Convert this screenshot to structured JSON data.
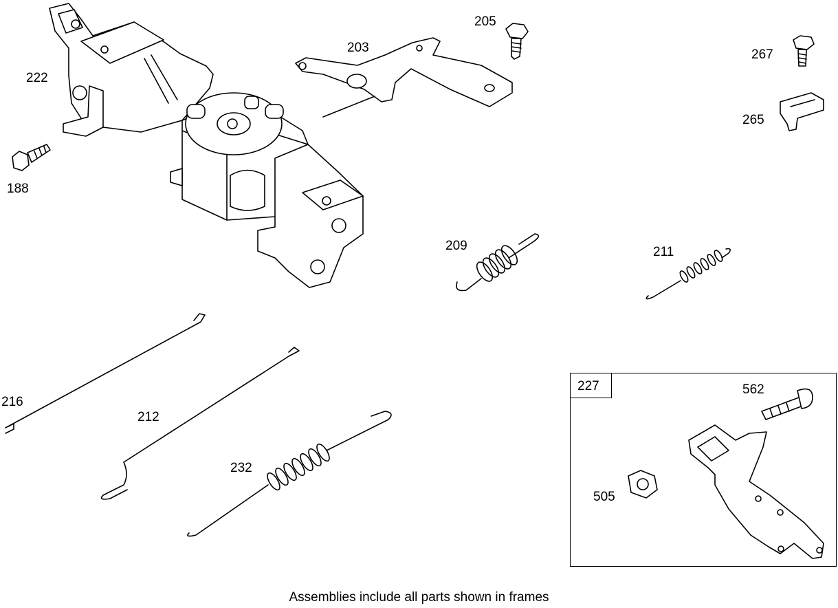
{
  "parts": [
    {
      "id": "p222",
      "label": "222"
    },
    {
      "id": "p188",
      "label": "188"
    },
    {
      "id": "p203",
      "label": "203"
    },
    {
      "id": "p205",
      "label": "205"
    },
    {
      "id": "p267",
      "label": "267"
    },
    {
      "id": "p265",
      "label": "265"
    },
    {
      "id": "p209",
      "label": "209"
    },
    {
      "id": "p211",
      "label": "211"
    },
    {
      "id": "p216",
      "label": "216"
    },
    {
      "id": "p212",
      "label": "212"
    },
    {
      "id": "p232",
      "label": "232"
    },
    {
      "id": "p227",
      "label": "227"
    },
    {
      "id": "p562",
      "label": "562"
    },
    {
      "id": "p505",
      "label": "505"
    }
  ],
  "footer_note": "Assemblies include all parts shown in frames"
}
